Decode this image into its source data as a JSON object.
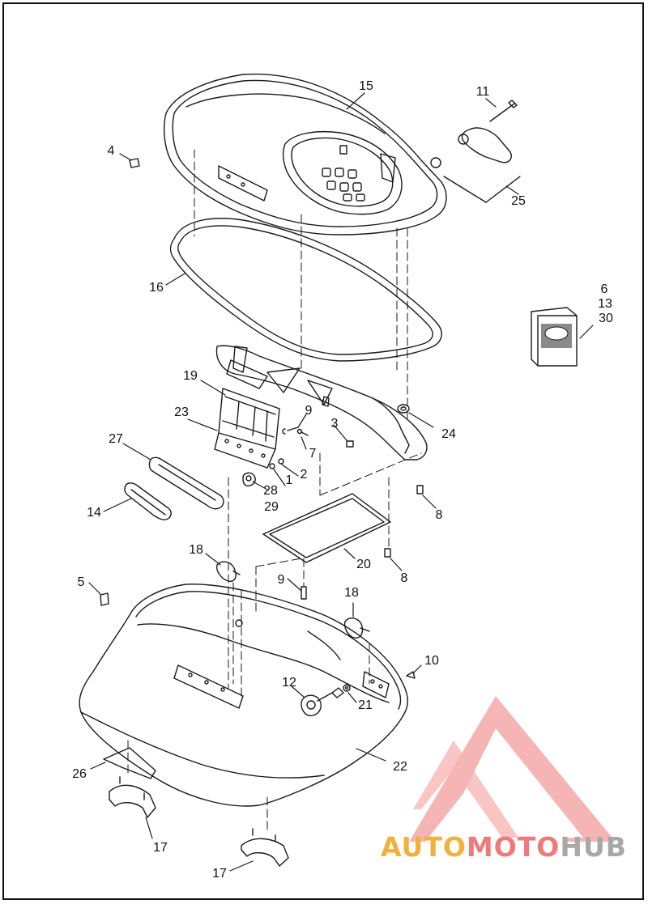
{
  "labels": [
    {
      "id": "l1",
      "text": "1"
    },
    {
      "id": "l2",
      "text": "2"
    },
    {
      "id": "l3",
      "text": "3"
    },
    {
      "id": "l4",
      "text": "4"
    },
    {
      "id": "l5",
      "text": "5"
    },
    {
      "id": "l6",
      "text": "6"
    },
    {
      "id": "l7",
      "text": "7"
    },
    {
      "id": "l8a",
      "text": "8"
    },
    {
      "id": "l8b",
      "text": "8"
    },
    {
      "id": "l9a",
      "text": "9"
    },
    {
      "id": "l9b",
      "text": "9"
    },
    {
      "id": "l10",
      "text": "10"
    },
    {
      "id": "l11",
      "text": "11"
    },
    {
      "id": "l12",
      "text": "12"
    },
    {
      "id": "l13",
      "text": "13"
    },
    {
      "id": "l14",
      "text": "14"
    },
    {
      "id": "l15",
      "text": "15"
    },
    {
      "id": "l16",
      "text": "16"
    },
    {
      "id": "l17a",
      "text": "17"
    },
    {
      "id": "l17b",
      "text": "17"
    },
    {
      "id": "l18a",
      "text": "18"
    },
    {
      "id": "l18b",
      "text": "18"
    },
    {
      "id": "l19",
      "text": "19"
    },
    {
      "id": "l20",
      "text": "20"
    },
    {
      "id": "l21",
      "text": "21"
    },
    {
      "id": "l22",
      "text": "22"
    },
    {
      "id": "l23",
      "text": "23"
    },
    {
      "id": "l24",
      "text": "24"
    },
    {
      "id": "l25",
      "text": "25"
    },
    {
      "id": "l26",
      "text": "26"
    },
    {
      "id": "l27",
      "text": "27"
    },
    {
      "id": "l28",
      "text": "28"
    },
    {
      "id": "l29",
      "text": "29"
    },
    {
      "id": "l30",
      "text": "30"
    }
  ],
  "watermark": {
    "part_a": "AUTO",
    "part_b": "MOTO",
    "part_c": "HUB"
  },
  "colors": {
    "line": "#1a1a1a",
    "watermark_orange": "#f4b03c",
    "watermark_red": "#f07a7a",
    "watermark_gray": "#a8a8a8"
  }
}
